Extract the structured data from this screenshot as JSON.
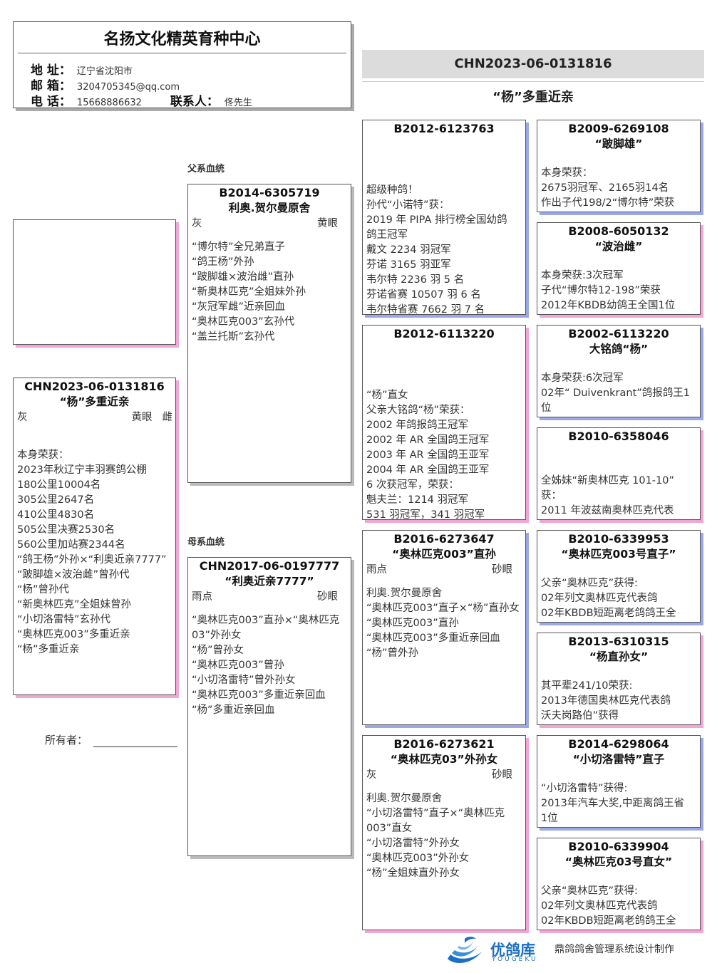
{
  "header": {
    "title": "名扬文化精英育种中心",
    "address_label": "地 址：",
    "address": "辽宁省沈阳市",
    "email_label": "邮 箱：",
    "email": "3204705345@qq.com",
    "phone_label": "电 话：",
    "phone": "15668886632",
    "contact_label": "联系人：",
    "contact": "佟先生"
  },
  "top": {
    "ring": "CHN2023-06-0131816",
    "title": "“杨”多重近亲"
  },
  "labels": {
    "sire_line": "父系血统",
    "dam_line": "母系血统",
    "owner": "所有者："
  },
  "subject": {
    "ring": "CHN2023-06-0131816",
    "name": "“杨”多重近亲",
    "color": "灰",
    "eye": "黄眼",
    "sex": "雌",
    "notes": [
      "本身荣获：",
      "2023年秋辽宁丰羽赛鸽公棚",
      "180公里10004名",
      "305公里2647名",
      "410公里4830名",
      "505公里决赛2530名",
      "560公里加站赛2344名",
      "“鸽王杨”外孙×“利奥近亲7777”",
      "“跛脚雄×波治雌”曾孙代",
      "“杨”曾孙代",
      "“新奥林匹克”全姐妹曾孙",
      "“小切洛雷特”玄孙代",
      "“奥林匹克003”多重近亲",
      "“杨”多重近亲"
    ]
  },
  "sire": {
    "ring": "B2014-6305719",
    "name": "利奥.贺尔曼原舍",
    "color": "灰",
    "eye": "黄眼",
    "notes": [
      "“博尔特”全兄弟直子",
      "“鸽王杨”外孙",
      "“跛脚雄×波治雌”直孙",
      "“新奥林匹克”全姐妹外孙",
      "“灰冠军雌”近亲回血",
      "“奥林匹克003”玄孙代",
      "“盖兰托斯”玄孙代"
    ]
  },
  "dam": {
    "ring": "CHN2017-06-0197777",
    "name": "“利奥近亲7777”",
    "color": "雨点",
    "eye": "砂眼",
    "notes": [
      "“奥林匹克003”直孙×“奥林匹克",
      "03”外孙女",
      "“杨”曾孙女",
      "“奥林匹克003”曾孙",
      "“小切洛雷特”曾外孙女",
      "“奥林匹克003”多重近亲回血",
      "“杨”多重近亲回血"
    ]
  },
  "gen3": [
    {
      "ring": "B2012-6123763",
      "name": "",
      "color": "",
      "eye": "",
      "notes": [
        "超级种鸽！",
        "孙代“小诺特”获：",
        "2019 年 PIPA 排行榜全国幼鸽",
        "鸽王冠军",
        "戴文 2234 羽冠军",
        "芬诺 3165 羽亚军",
        "韦尔特 2236 羽 5 名",
        "芬诺省赛 10507 羽 6 名",
        "韦尔特省赛 7662 羽 7 名"
      ]
    },
    {
      "ring": "B2012-6113220",
      "name": "",
      "color": "",
      "eye": "",
      "notes": [
        "“杨”直女",
        "父亲大铭鸽“杨”荣获：",
        "2002 年鸽报鸽王冠军",
        "2002 年 AR 全国鸽王冠军",
        "2003 年 AR 全国鸽王亚军",
        "2004 年 AR 全国鸽王亚军",
        "6 次获冠军，荣获：",
        "魁夫兰：1214 羽冠军",
        "531 羽冠军，341 羽冠军"
      ]
    },
    {
      "ring": "B2016-6273647",
      "name": "“奥林匹克003”直孙",
      "color": "雨点",
      "eye": "砂眼",
      "notes": [
        "利奥.贺尔曼原舍",
        "“奥林匹克003”直子×“杨”直孙女",
        "“奥林匹克003”直孙",
        "“奥林匹克003”多重近亲回血",
        "“杨”曾外孙"
      ]
    },
    {
      "ring": "B2016-6273621",
      "name": "“奥林匹克03”外孙女",
      "color": "灰",
      "eye": "砂眼",
      "notes": [
        "利奥.贺尔曼原舍",
        "“小切洛雷特”直子×“奥林匹克",
        "003”直女",
        "“小切洛雷特”外孙女",
        "“奥林匹克003”外孙女",
        "“杨”全姐妹直外孙女"
      ]
    }
  ],
  "gen4": [
    {
      "ring": "B2009-6269108",
      "name": "“跛脚雄”",
      "notes": [
        "本身荣获：",
        "2675羽冠军、2165羽14名",
        "作出子代198/2“博尔特”荣获"
      ]
    },
    {
      "ring": "B2008-6050132",
      "name": "“波治雌”",
      "notes": [
        "本身荣获:3次冠军",
        "子代“博尔特12-198”荣获",
        "2012年KBDB幼鸽王全国1位"
      ]
    },
    {
      "ring": "B2002-6113220",
      "name": "大铭鸽“杨”",
      "notes": [
        "本身荣获:6次冠军",
        "02年“ Duivenkrant”鸽报鸽王1",
        "位"
      ]
    },
    {
      "ring": "B2010-6358046",
      "name": "",
      "notes": [
        "全姊妹“新奥林匹克 101-10”",
        "获：",
        "2011 年波兹南奥林匹克代表"
      ]
    },
    {
      "ring": "B2010-6339953",
      "name": "“奥林匹克003号直子”",
      "notes": [
        "父亲“奥林匹克”获得:",
        "02年列文奥林匹克代表鸽",
        "02年KBDB短距离老鸽鸽王全"
      ]
    },
    {
      "ring": "B2013-6310315",
      "name": "“杨直孙女”",
      "notes": [
        "其平辈241/10荣获:",
        "2013年德国奥林匹克代表鸽",
        "沃夫岗路伯”获得"
      ]
    },
    {
      "ring": "B2014-6298064",
      "name": "“小切洛雷特”直子",
      "notes": [
        "“小切洛雷特”获得:",
        "2013年汽车大奖,中距离鸽王省",
        "1位"
      ]
    },
    {
      "ring": "B2010-6339904",
      "name": "“奥林匹克03号直女”",
      "notes": [
        "父亲“奥林匹克”获得:",
        "02年列文奥林匹克代表鸽",
        "02年KBDB短距离老鸽鸽王全"
      ]
    }
  ],
  "footer": {
    "brand": "优鸽库",
    "brand_en": "YOUGEKU",
    "credit": "鼎鸽鸽舍管理系统设计制作"
  },
  "colors": {
    "male_shadow": "#9aa8e8",
    "female_shadow": "#f2a6d6",
    "brand": "#1b6fc4",
    "id_bar_bg": "#dcdcdc"
  }
}
